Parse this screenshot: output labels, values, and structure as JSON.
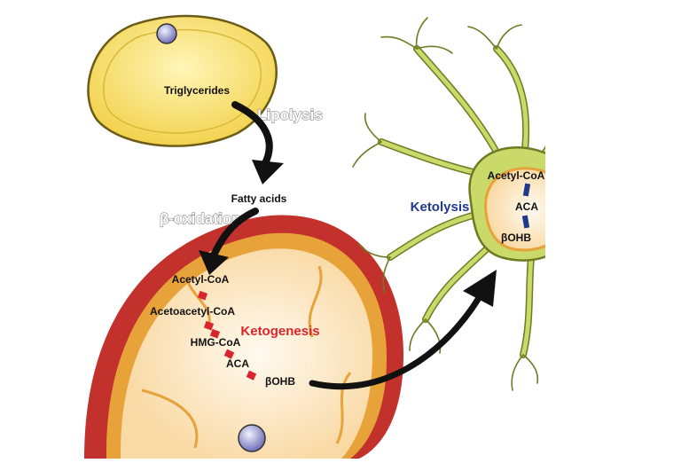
{
  "labels": {
    "triglycerides": "Triglycerides",
    "lipolysis": "Lipolysis",
    "fatty_acids": "Fatty acids",
    "beta_oxidation": "β-oxidation",
    "acetyl_coa": "Acetyl-CoA",
    "acetoacetyl_coa": "Acetoacetyl-CoA",
    "hmg_coa": "HMG-CoA",
    "aca": "ACA",
    "bohb": "βOHB",
    "ketogenesis": "Ketogenesis",
    "ketolysis": "Ketolysis",
    "neuron_acetyl_coa": "Acetyl-CoA",
    "neuron_aca": "ACA",
    "neuron_bohb": "βOHB"
  },
  "colors": {
    "fat_cell_fill": "#f7df6a",
    "fat_cell_stroke": "#6b5b16",
    "nucleus": "#8f8fc8",
    "mito_outer": "#c2312c",
    "mito_membrane": "#f0a43a",
    "mito_matrix": "#fde9c8",
    "neuron_fill": "#c9d96a",
    "neuron_stroke": "#6f7a22",
    "arrow": "#111111",
    "red_step": "#d8262c",
    "blue_step": "#1f3a8c"
  }
}
